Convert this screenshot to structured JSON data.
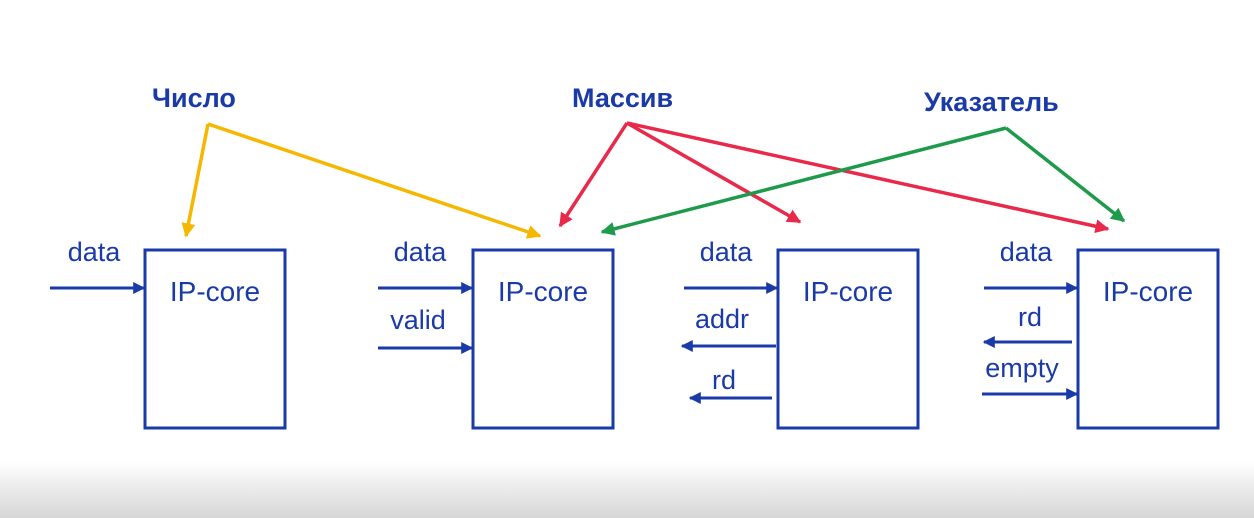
{
  "categories": {
    "number": "Число",
    "array": "Массив",
    "pointer": "Указатель"
  },
  "blocks": [
    {
      "core_label": "IP-core",
      "ports": [
        "data"
      ]
    },
    {
      "core_label": "IP-core",
      "ports": [
        "data",
        "valid"
      ]
    },
    {
      "core_label": "IP-core",
      "ports": [
        "data",
        "addr",
        "rd"
      ]
    },
    {
      "core_label": "IP-core",
      "ports": [
        "data",
        "rd",
        "empty"
      ]
    }
  ],
  "colors": {
    "text": "#1a3aa8",
    "number_arrow": "#f5b700",
    "array_arrow": "#e8294a",
    "pointer_arrow": "#1e9a4b"
  }
}
